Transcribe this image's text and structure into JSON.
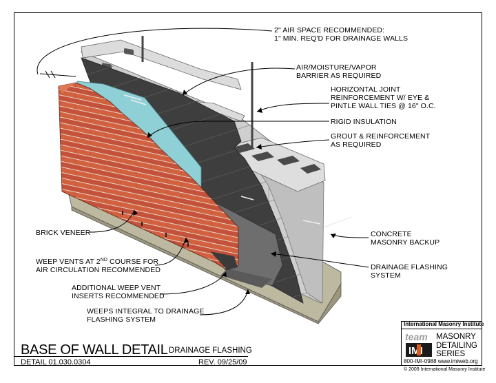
{
  "title": "BASE OF WALL DETAIL",
  "subtitle": "DRAINAGE FLASHING",
  "detail_number": "DETAIL 01.030.0304",
  "revision": "REV. 09/25/09",
  "callouts": {
    "air_space_1": "2\" AIR SPACE RECOMMENDED:",
    "air_space_2": "1\" MIN. REQ'D FOR DRAINAGE WALLS",
    "barrier_1": "AIR/MOISTURE/VAPOR",
    "barrier_2": "BARRIER AS REQUIRED",
    "joint_1": "HORIZONTAL JOINT",
    "joint_2": "REINFORCEMENT W/ EYE &",
    "joint_3": "PINTLE WALL TIES @ 16\" O.C.",
    "insulation": "RIGID INSULATION",
    "grout_1": "GROUT & REINFORCEMENT",
    "grout_2": "AS REQUIRED",
    "cmu_1": "CONCRETE",
    "cmu_2": "MASONRY BACKUP",
    "flashing_1": "DRAINAGE FLASHING",
    "flashing_2": "SYSTEM",
    "veneer": "BRICK VENEER",
    "weep_1": "WEEP VENTS AT 2",
    "weep_sup": "ND",
    "weep_1b": " COURSE FOR",
    "weep_2": "AIR CIRCULATION RECOMMENDED",
    "insert_1": "ADDITIONAL WEEP VENT",
    "insert_2": "INSERTS RECOMMENDED",
    "integral_1": "WEEPS INTEGRAL TO DRAINAGE",
    "integral_2": "FLASHING SYSTEM"
  },
  "title_block": {
    "org": "International Masonry Institute",
    "logo_text": "team",
    "logo_mark": "IMI",
    "series": "MASONRY\nDETAILING\nSERIES",
    "contact": "800-IMI-0988 www.imiweb.org",
    "copyright": "© 2009 International Masonry Institute"
  },
  "colors": {
    "brick": "#c8553a",
    "insulation": "#8fd0d6",
    "barrier": "#3a3a3a",
    "cmu": "#c9c9c9",
    "footing": "#bdb8a0",
    "flashing": "#6a6a6a"
  }
}
